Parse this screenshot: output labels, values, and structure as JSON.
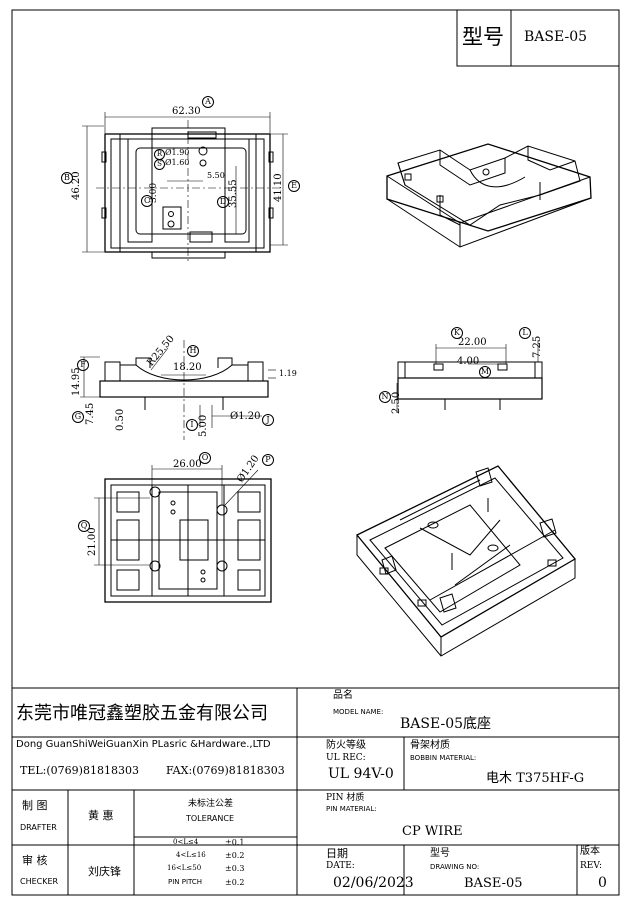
{
  "header": {
    "type_label": "型号",
    "type_value": "BASE-05"
  },
  "callouts": {
    "A": "A",
    "B": "B",
    "C": "C",
    "D": "D",
    "E": "E",
    "F": "F",
    "G": "G",
    "H": "H",
    "I": "I",
    "J": "J",
    "K": "K",
    "L": "L",
    "M": "M",
    "N": "N",
    "O": "O",
    "P": "P",
    "Q": "Q",
    "R": "R",
    "S": "S"
  },
  "dims": {
    "d6230": "62.30",
    "d4620": "46.20",
    "d4110": "41.10",
    "d190": "Ø1.90",
    "d160": "Ø1.60",
    "d550": "5.50",
    "d300": "3.00",
    "d3555": "35.55",
    "r2550": "R25.50",
    "d1820": "18.20",
    "d1495": "14.95",
    "d745": "7.45",
    "d050": "0.50",
    "d500": "5.00",
    "d120a": "Ø1.20",
    "d119": "1.19",
    "d2200": "22.00",
    "d725": "7.25",
    "d400": "4.00",
    "d250": "2.50",
    "d2600": "26.00",
    "d120b": "Ø1.20",
    "d2100": "21.00"
  },
  "title_block": {
    "company_cn": "东莞市唯冠鑫塑胶五金有限公司",
    "company_en": "Dong GuanShiWeiGuanXin PLasric &Hardware.,LTD",
    "tel": "TEL:(0769)81818303",
    "fax": "FAX:(0769)81818303",
    "pinming": "品名",
    "model_name_label": "MODEL NAME:",
    "model_name_value": "BASE-05底座",
    "fire_label": "防火等级",
    "ul_label": "UL REC:",
    "ul_value": "UL 94V-0",
    "bobbin_cn": "骨架材质",
    "bobbin_label": "BOBBIN MATERIAL:",
    "bobbin_value": "电木 T375HF-G",
    "drafter_cn": "制 图",
    "drafter_label": "DRAFTER",
    "drafter_name": "黄 惠",
    "tol_cn": "未标注公差",
    "tol_label": "TOLERANCE",
    "tol_rows": [
      {
        "range": "0<L≤4",
        "value": "±0.1"
      },
      {
        "range": "4<L≤16",
        "value": "±0.2"
      },
      {
        "range": "16<L≤50",
        "value": "±0.3"
      },
      {
        "range": "PIN PITCH",
        "value": "±0.2"
      }
    ],
    "pin_cn": "PIN 材质",
    "pin_label": "PIN MATERIAL:",
    "pin_value": "CP WIRE",
    "checker_cn": "审 核",
    "checker_label": "CHECKER",
    "checker_name": "刘庆锋",
    "date_cn": "日期",
    "date_label": "DATE:",
    "date_value": "02/06/2023",
    "drawing_cn": "型号",
    "drawing_label": "DRAWING NO:",
    "drawing_value": "BASE-05",
    "rev_cn": "版本",
    "rev_label": "REV:",
    "rev_value": "0"
  }
}
